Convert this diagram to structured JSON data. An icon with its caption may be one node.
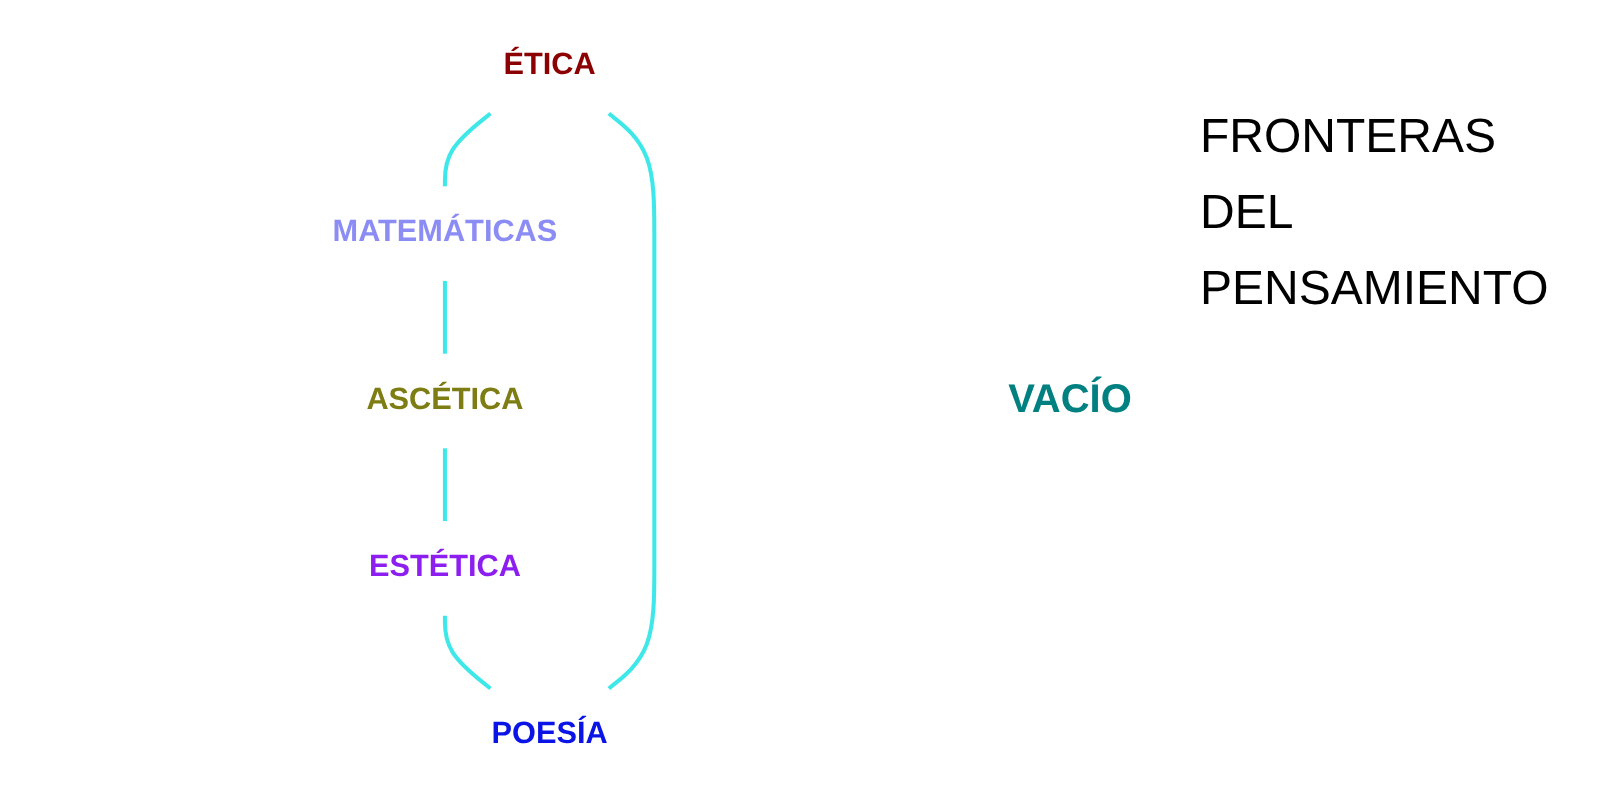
{
  "diagram": {
    "title": "FRONTERAS DEL PENSAMIENTO",
    "nodes": [
      {
        "text": [
          "ÉTICA"
        ]
      },
      {
        "text": [
          "POESÍA"
        ]
      },
      {
        "text": [
          "MATEMÁTICAS"
        ]
      },
      {
        "text": [
          "ESTÉTICA"
        ]
      },
      {
        "text": [
          "ASCÉTICA"
        ]
      }
    ],
    "edges": [
      {
        "from": 0,
        "to": 2,
        "arrow": "none"
      },
      {
        "from": 2,
        "to": 4,
        "arrow": "none"
      },
      {
        "from": 4,
        "to": 3,
        "arrow": "none"
      },
      {
        "from": 3,
        "to": 1,
        "arrow": "none"
      },
      {
        "from": 1,
        "to": 0,
        "arrow": "none"
      }
    ],
    "labels": [
      "VACÍO"
    ]
  }
}
